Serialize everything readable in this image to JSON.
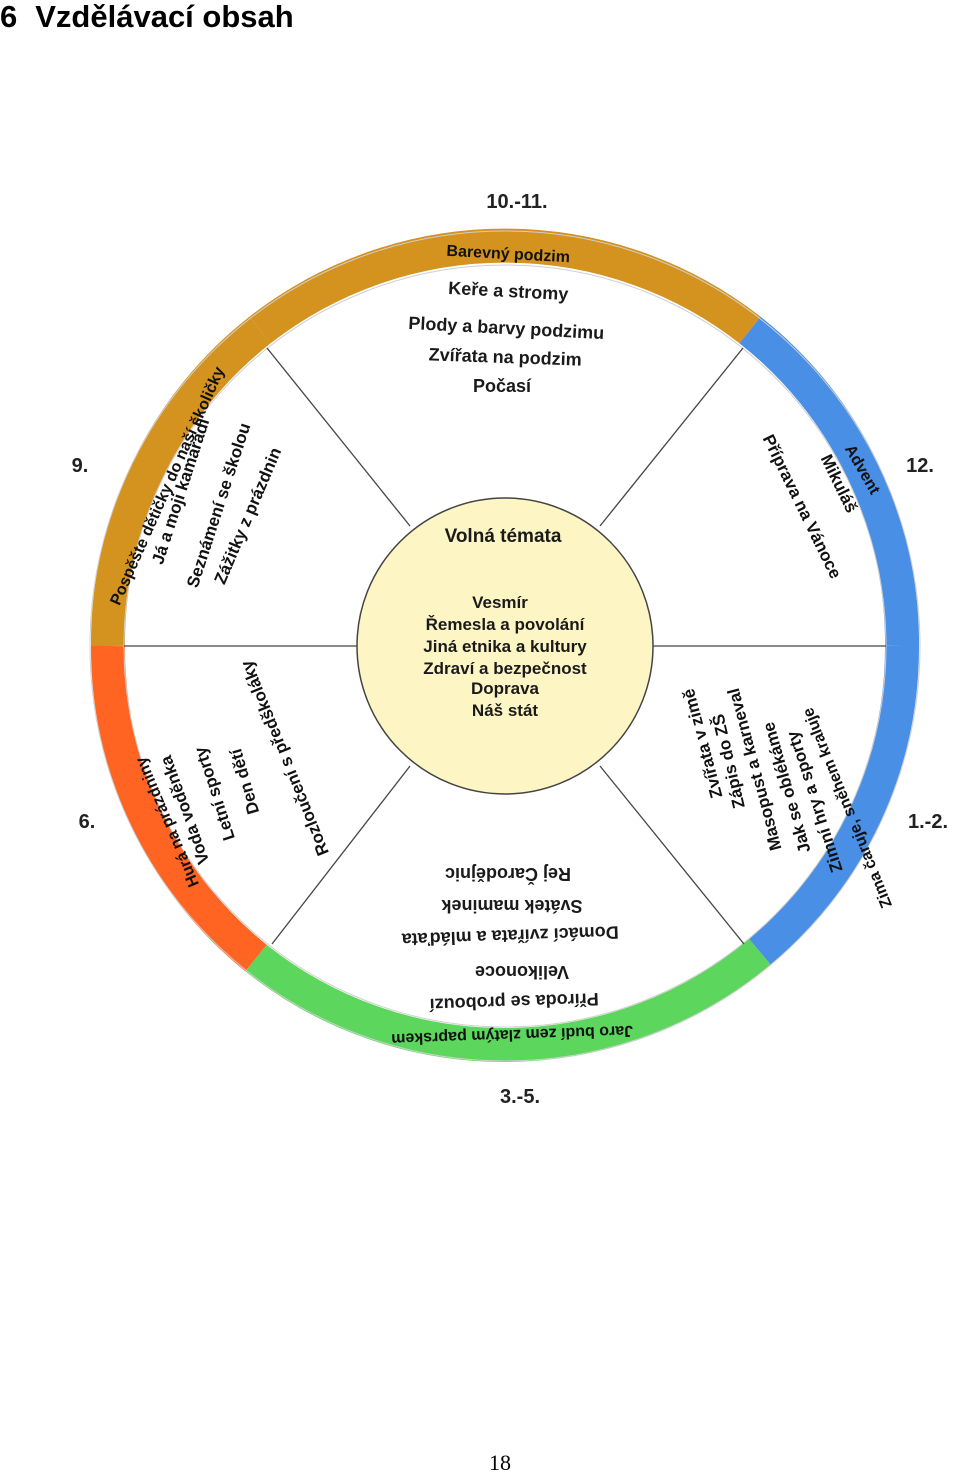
{
  "heading": {
    "number": "6",
    "title": "Vzdělávací obsah"
  },
  "page_number": "18",
  "colors": {
    "autumn": "#D4921E",
    "winter": "#4A8FE6",
    "spring": "#5CD65C",
    "summer": "#FF6422",
    "center": "#FDF6C4",
    "lines": "#444444"
  },
  "wheel": {
    "center": {
      "title": "Volná témata",
      "items": [
        "Vesmír",
        "Řemesla a povolání",
        "Jiná etnika a kultury",
        "Zdraví a bezpečnost",
        "Doprava",
        "Náš stát"
      ]
    },
    "segments": [
      {
        "id": "sept",
        "months": "9.",
        "ring": "Pospěšte dětičky do naší školičky",
        "color": "#D4921E",
        "items": [
          "Já a moji kamarádi",
          "Seznámení se školou",
          "Zážitky z prázdnin"
        ]
      },
      {
        "id": "oct",
        "months": "10.-11.",
        "ring": "Barevný podzim",
        "color": "#D4921E",
        "items": [
          "Keře a stromy",
          "Plody a barvy podzimu",
          "Zvířata na podzim",
          "Počasí"
        ]
      },
      {
        "id": "dec",
        "months": "12.",
        "ring": "Advent",
        "color": "#4A8FE6",
        "items": [
          "Mikuláš",
          "Příprava na Vánoce"
        ]
      },
      {
        "id": "jan",
        "months": "1.-2.",
        "ring": "Zima čaruje, sněhem kraluje",
        "color": "#4A8FE6",
        "items": [
          "Zimní hry a sporty",
          "Jak se oblékáme",
          "Masopust a karneval",
          "Zápis do ZŠ",
          "Zvířata v zimě"
        ]
      },
      {
        "id": "mar",
        "months": "3.-5.",
        "ring": "Jaro budí zem zlatým paprskem",
        "color": "#5CD65C",
        "items": [
          "Příroda se probouzí",
          "Velikonoce",
          "Domácí zvířata a mláďata",
          "Svátek maminek",
          "Rej Čarodějnic"
        ]
      },
      {
        "id": "jun",
        "months": "6.",
        "ring": "Hurá na prázdniny",
        "color": "#FF6422",
        "items": [
          "Voda voděnka",
          "Letní sporty",
          "Den dětí",
          "Rozloučení s předškoláky"
        ]
      }
    ]
  }
}
